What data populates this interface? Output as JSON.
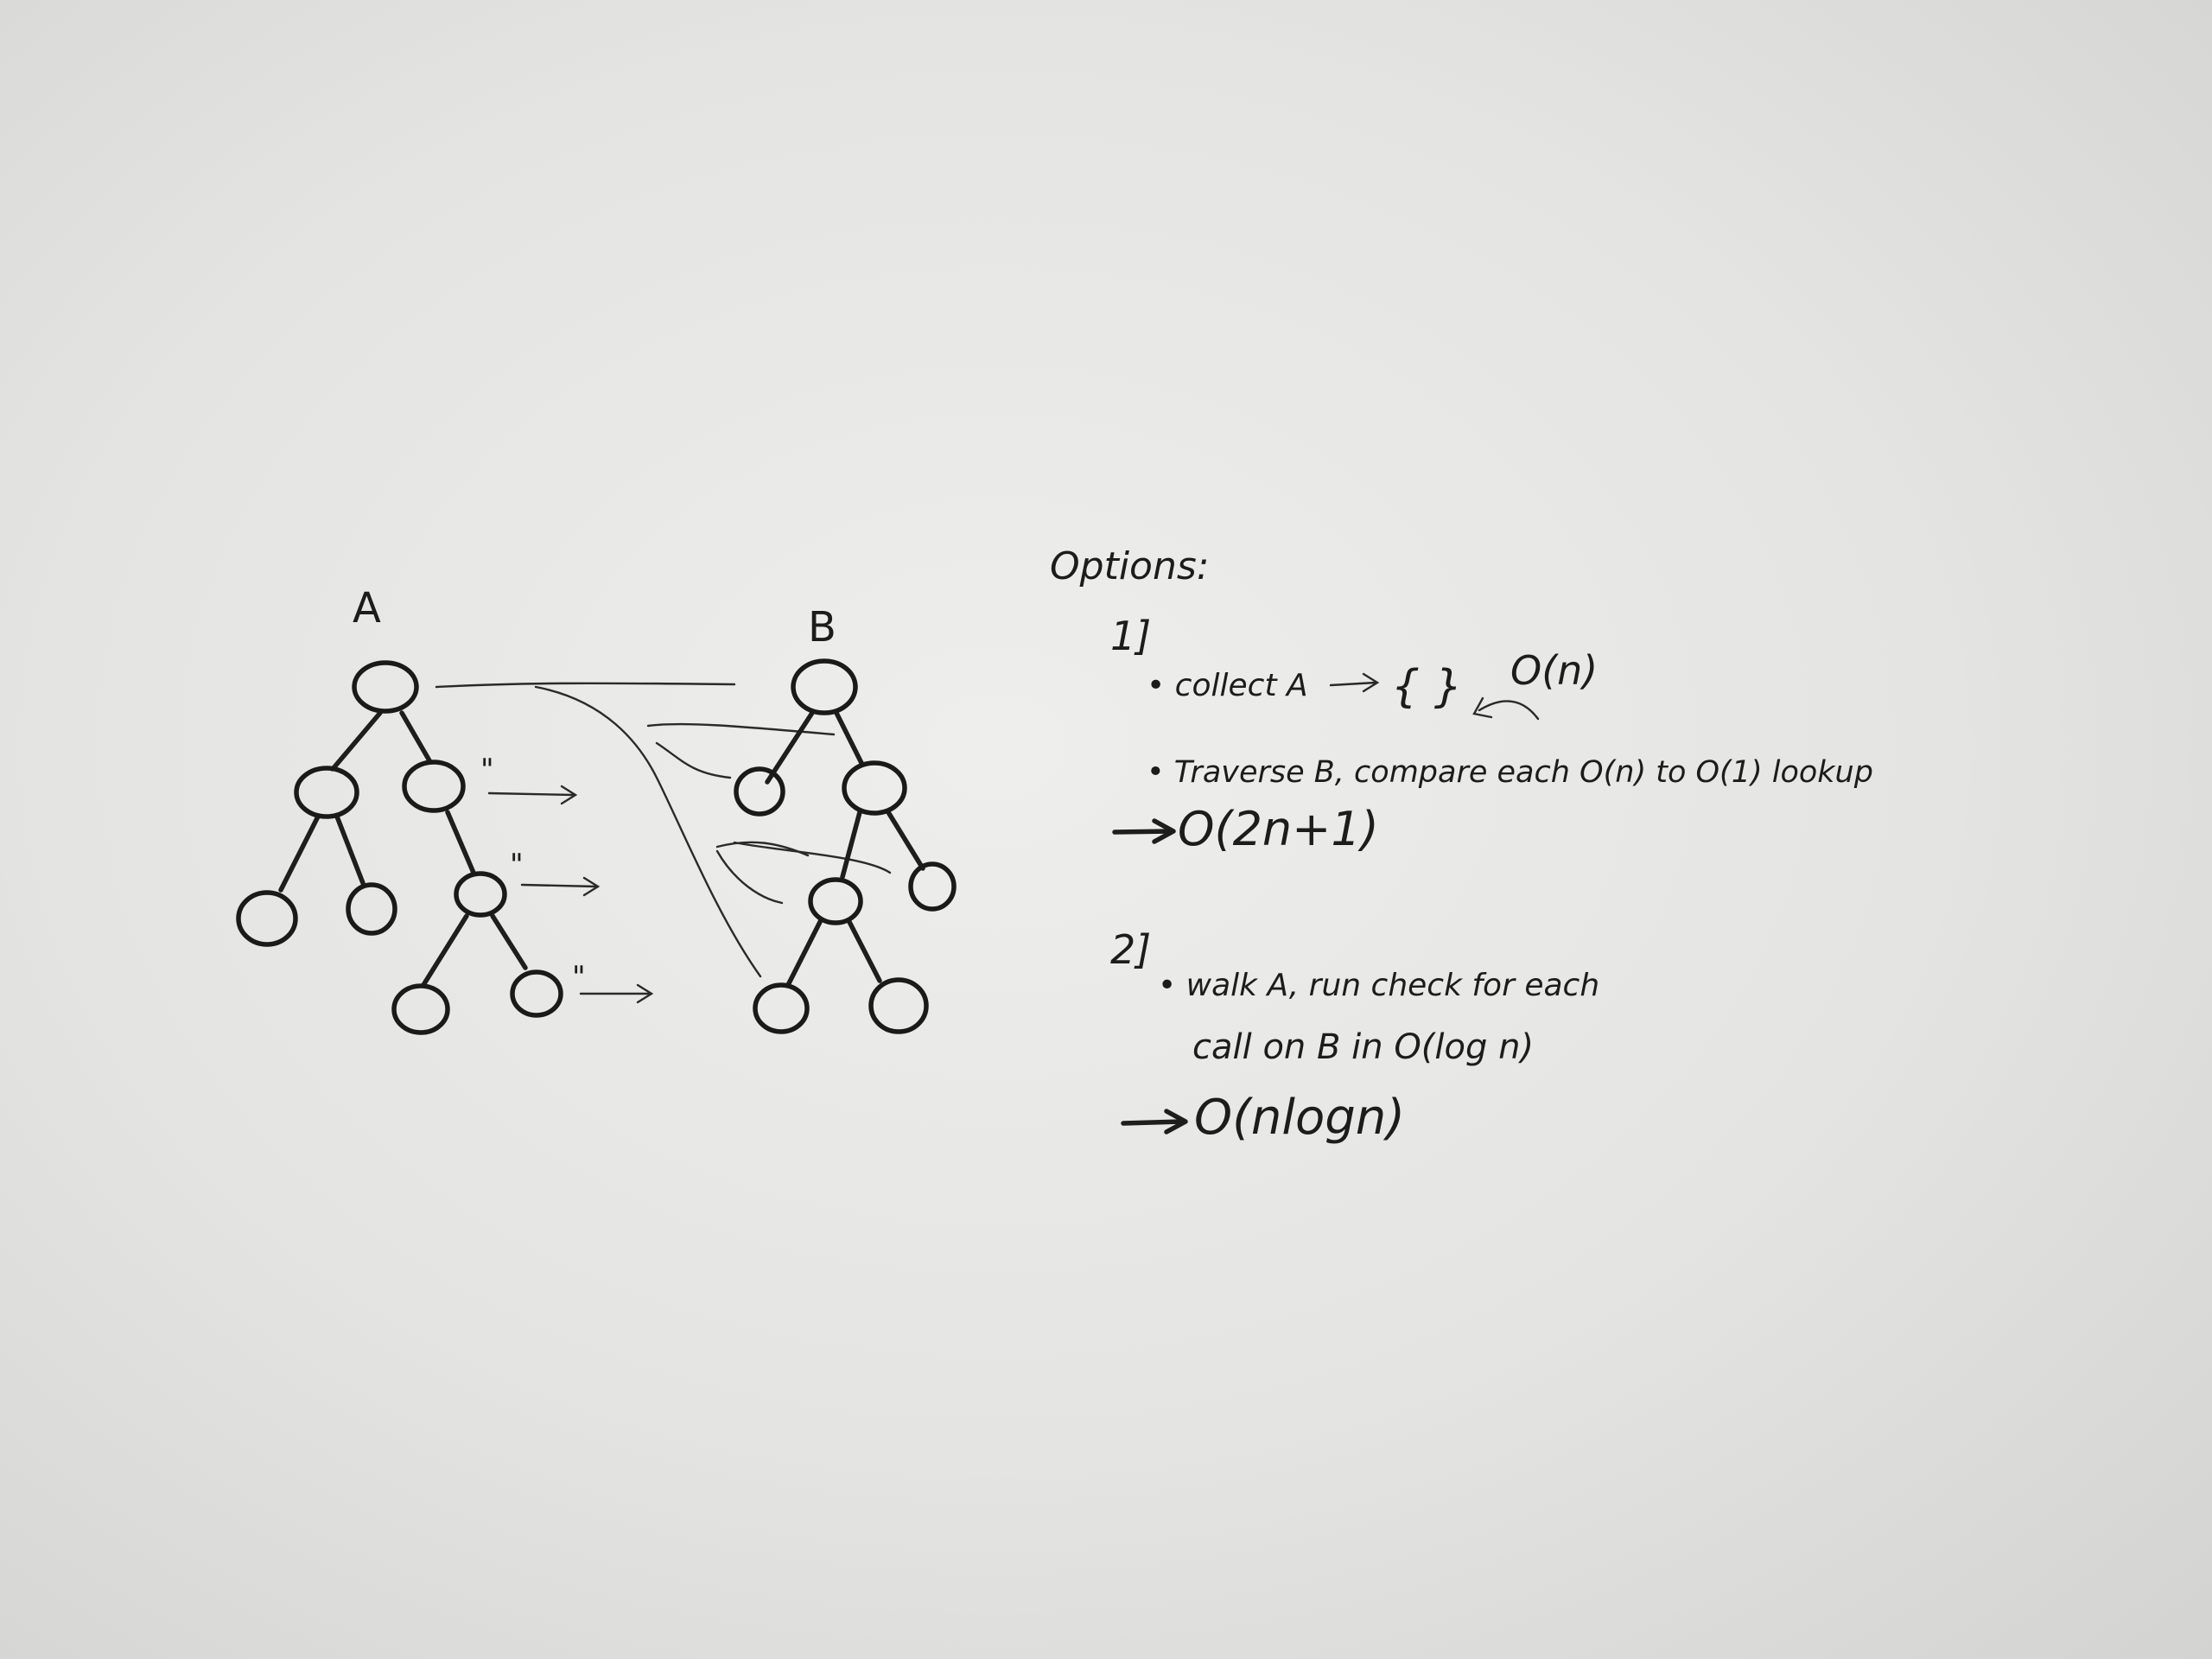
{
  "tree_a_label": "A",
  "tree_b_label": "B",
  "ditto_marks": [
    "\"",
    "\"",
    "\""
  ],
  "notes": {
    "heading": "Options:",
    "option1": {
      "number": "1]",
      "line1_prefix": "• collect A",
      "set_braces": "{ }",
      "line1_complexity": "O(n)",
      "line2": "• Traverse B, compare each O(n) to O(1) lookup",
      "result": "O(2n+1)"
    },
    "option2": {
      "number": "2]",
      "line1": "• walk A, run check for each",
      "line2": "call on B in O(log n)",
      "result": "O(nlogn)"
    }
  },
  "colors": {
    "ink": "#1c1c1c",
    "board": "#e6e6e4"
  }
}
